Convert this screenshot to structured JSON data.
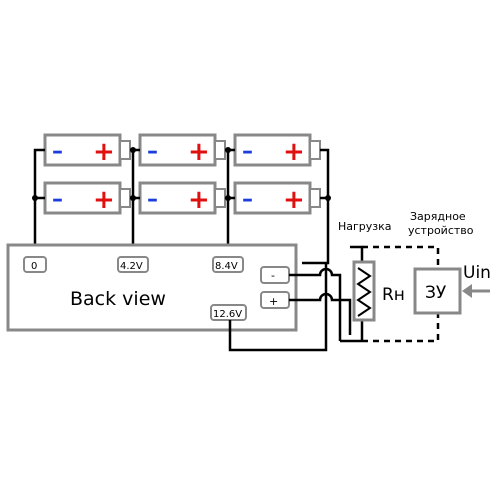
{
  "diagram": {
    "board_label": "Back view",
    "terminals": [
      "0",
      "4.2V",
      "8.4V",
      "12.6V"
    ],
    "output_minus": "-",
    "output_plus": "+",
    "load_title": "Нагрузка",
    "load_label": "Rн",
    "charger_title_line1": "Зарядное",
    "charger_title_line2": "устройство",
    "charger_label": "ЗУ",
    "input_label": "Uin",
    "cell_minus": "–",
    "cell_plus": "+",
    "colors": {
      "outline": "#888888",
      "wire": "#000000",
      "minus": "#1a3ddb",
      "plus": "#e01010"
    }
  }
}
